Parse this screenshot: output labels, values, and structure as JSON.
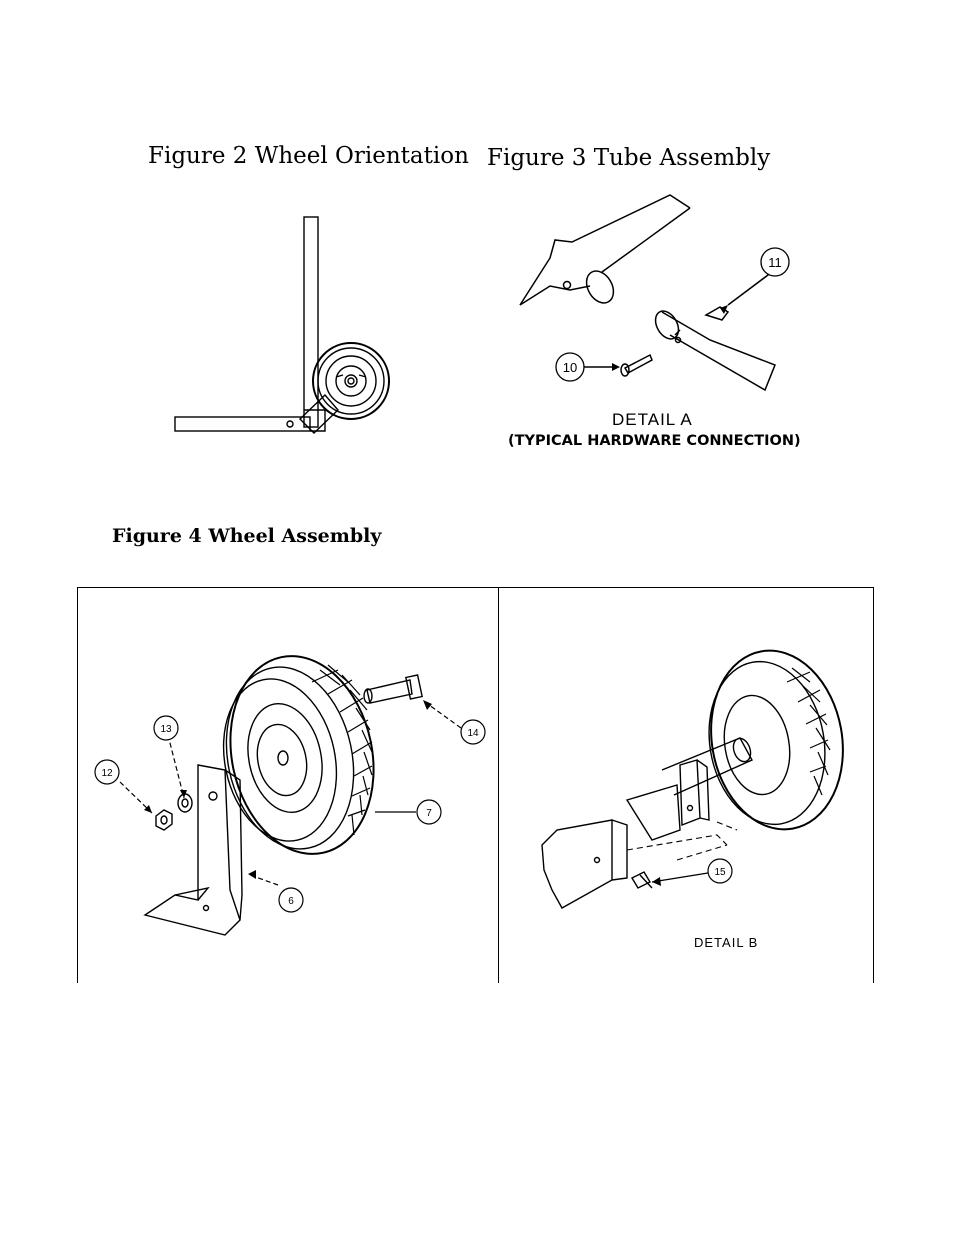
{
  "figure2": {
    "title": "Figure 2 Wheel Orientation"
  },
  "figure3": {
    "title": "Figure 3 Tube Assembly",
    "callouts": [
      "11",
      "10"
    ],
    "detail_label": "DETAIL  A",
    "subcaption": "(TYPICAL HARDWARE CONNECTION)"
  },
  "figure4": {
    "title": "Figure 4 Wheel Assembly",
    "left_callouts": [
      "13",
      "12",
      "14",
      "7",
      "6"
    ],
    "right_callouts": [
      "15"
    ],
    "detail_label": "DETAIL  B"
  }
}
